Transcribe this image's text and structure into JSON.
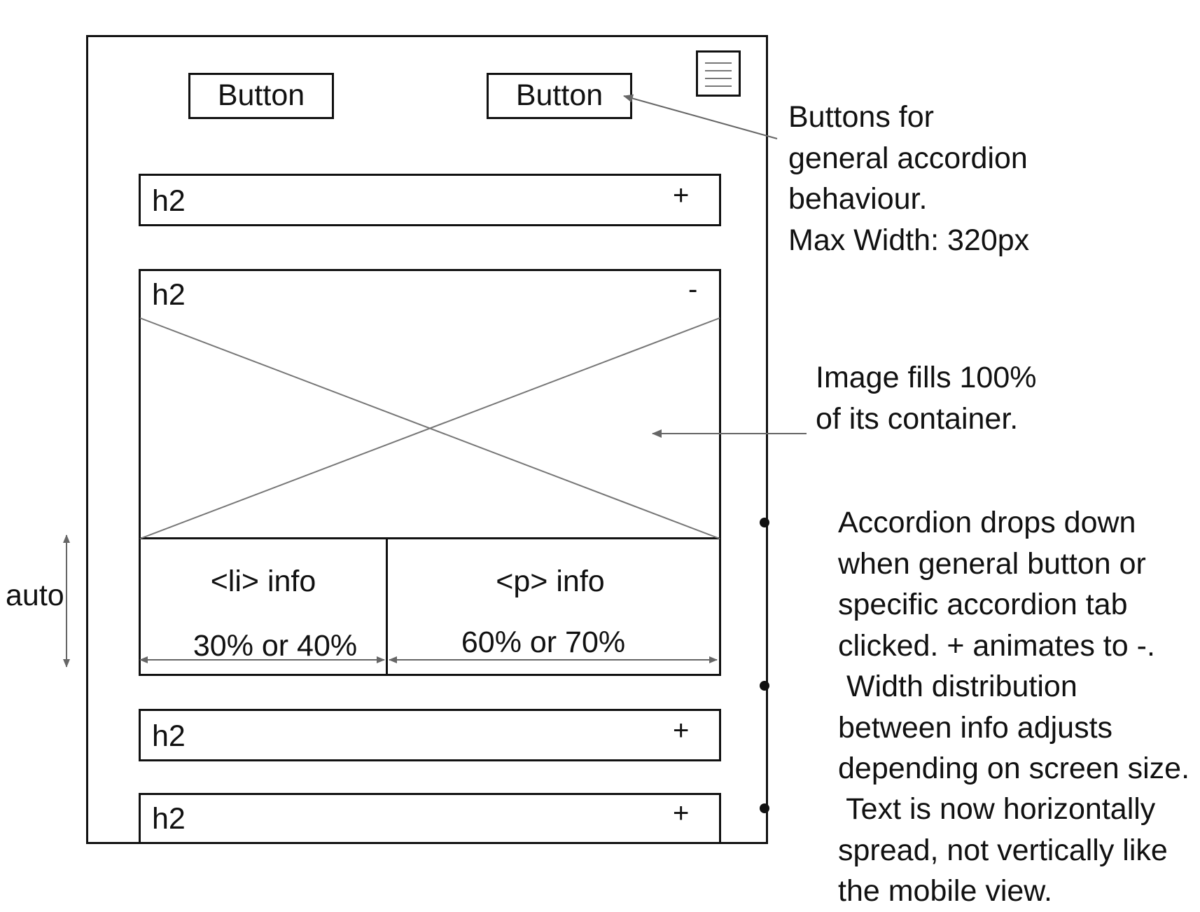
{
  "wireframe": {
    "buttons": [
      {
        "label": "Button"
      },
      {
        "label": "Button"
      }
    ],
    "menu_icon": "hamburger-menu-icon",
    "accordion": {
      "items": [
        {
          "heading": "h2",
          "toggle": "+"
        },
        {
          "heading": "h2",
          "toggle": "-"
        },
        {
          "heading": "h2",
          "toggle": "+"
        },
        {
          "heading": "h2",
          "toggle": "+"
        }
      ],
      "image_placeholder_icon": "image-placeholder-cross",
      "li_info": {
        "title": "<li> info",
        "width": "30% or 40%"
      },
      "p_info": {
        "title": "<p> info",
        "width": "60% or 70%"
      }
    },
    "height_label": "auto"
  },
  "annotations": {
    "buttons_note": "Buttons for\ngeneral accordion\nbehaviour.\nMax Width: 320px",
    "image_note": "Image fills 100%\nof its container.",
    "accordion_note_1": "Accordion drops down\nwhen general button or\nspecific accordion tab\nclicked. + animates to -.",
    "accordion_note_2": " Width distribution\nbetween info adjusts\ndepending on screen size.",
    "accordion_note_3": " Text is now horizontally\nspread, not vertically like\nthe mobile view."
  }
}
